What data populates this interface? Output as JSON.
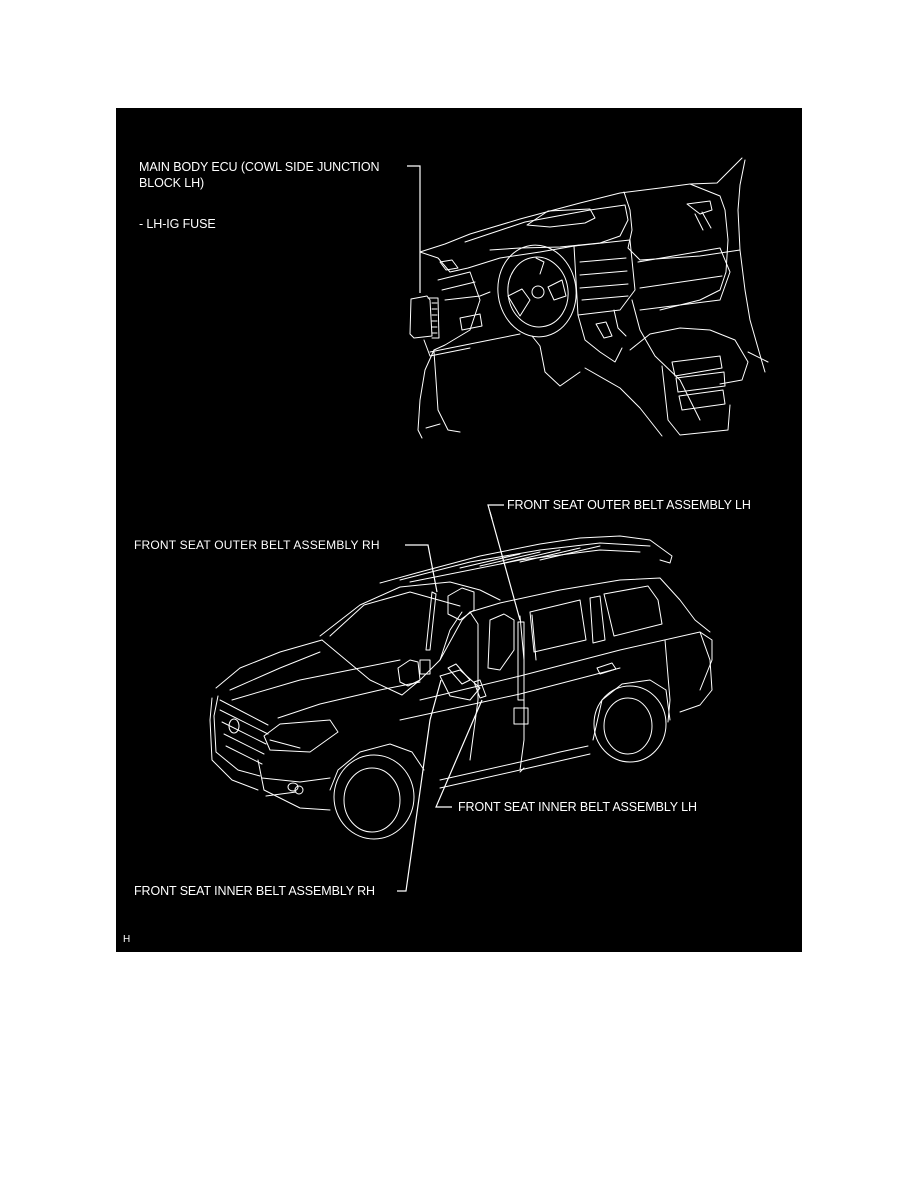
{
  "figure": {
    "background": "#000000",
    "foreground": "#ffffff",
    "top_diagram": {
      "subject": "instrument-panel-cutaway",
      "callouts": {
        "main_body_ecu_line1": "MAIN BODY ECU (COWL SIDE JUNCTION",
        "main_body_ecu_line2": "BLOCK LH)",
        "fuse": "- LH-IG FUSE"
      }
    },
    "bottom_diagram": {
      "subject": "vehicle-exterior-seat-belt-locations",
      "callouts": {
        "outer_belt_lh": "FRONT SEAT OUTER BELT ASSEMBLY LH",
        "outer_belt_rh": "FRONT SEAT OUTER BELT ASSEMBLY RH",
        "inner_belt_lh": "FRONT SEAT INNER BELT ASSEMBLY LH",
        "inner_belt_rh": "FRONT SEAT INNER BELT ASSEMBLY RH"
      }
    },
    "corner_mark": "H"
  }
}
